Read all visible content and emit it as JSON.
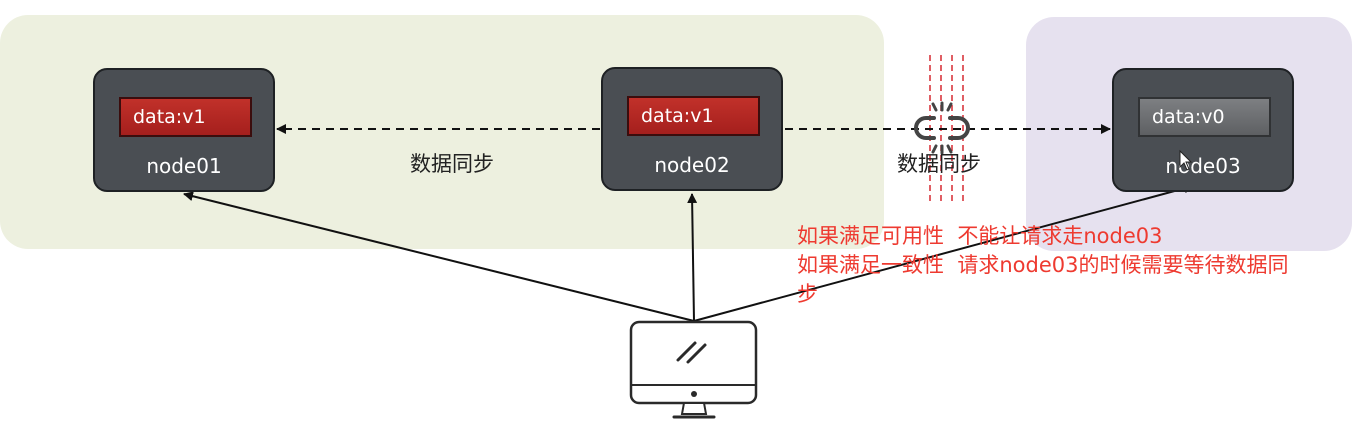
{
  "nodes": [
    {
      "name": "node01",
      "data": "data:v1"
    },
    {
      "name": "node02",
      "data": "data:v1"
    },
    {
      "name": "node03",
      "data": "data:v0"
    }
  ],
  "sync_labels": [
    "数据同步",
    "数据同步"
  ],
  "annotations": [
    "如果满足可用性  不能让请求走node03",
    "如果满足一致性  请求node03的时候需要等待数据同",
    "步"
  ],
  "colors": {
    "green_zone": "#edf0df",
    "purple_zone": "#e6e1ef",
    "node_bg": "#4a4e53",
    "data_current": "#b3261f",
    "data_stale": "#6e7073",
    "annotation": "#ee3a30",
    "partition_line": "#d9363e"
  },
  "icons": [
    "broken-link-icon",
    "monitor-icon",
    "mouse-cursor-icon"
  ]
}
